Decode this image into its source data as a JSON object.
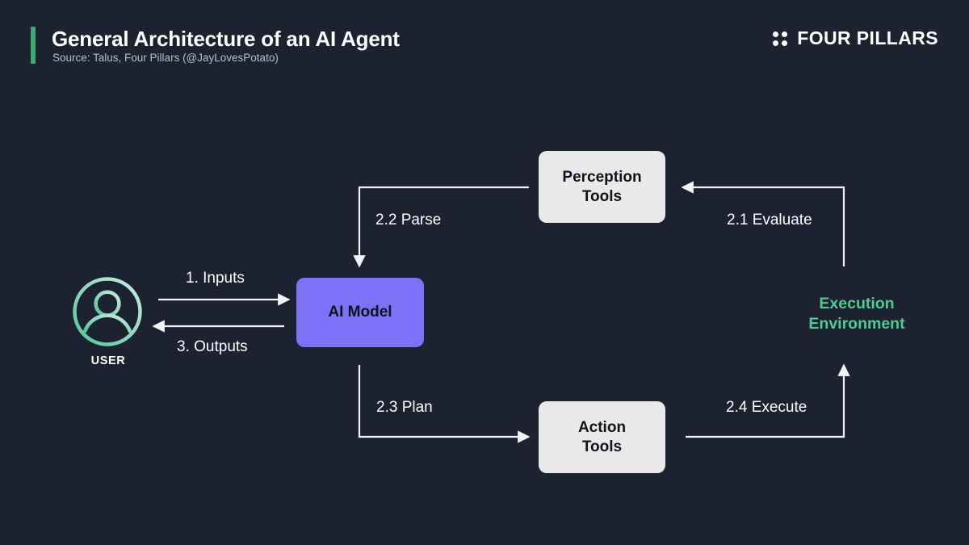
{
  "header": {
    "title": "General Architecture of an AI Agent",
    "source": "Source: Talus, Four Pillars (@JayLovesPotato)",
    "brand_name": "FOUR PILLARS",
    "accent_color": "#3cab6e"
  },
  "diagram": {
    "background_color": "#1c2230",
    "nodes": [
      {
        "id": "user",
        "label": "USER",
        "type": "actor",
        "color": "#7fd6b0"
      },
      {
        "id": "ai_model",
        "label": "AI Model",
        "type": "box",
        "color": "#7b72f7"
      },
      {
        "id": "perception",
        "label": "Perception Tools",
        "type": "box",
        "color": "#e9e9e9"
      },
      {
        "id": "action",
        "label": "Action Tools",
        "type": "box",
        "color": "#e9e9e9"
      }
    ],
    "edges": [
      {
        "id": "inputs",
        "label": "1. Inputs",
        "from": "user",
        "to": "ai_model",
        "direction": "right"
      },
      {
        "id": "outputs",
        "label": "3. Outputs",
        "from": "ai_model",
        "to": "user",
        "direction": "left"
      },
      {
        "id": "parse",
        "label": "2.2 Parse",
        "from": "perception",
        "to": "ai_model",
        "direction": "left-down"
      },
      {
        "id": "evaluate",
        "label": "2.1 Evaluate",
        "from": "environment",
        "to": "perception",
        "direction": "up-left"
      },
      {
        "id": "plan",
        "label": "2.3 Plan",
        "from": "ai_model",
        "to": "action",
        "direction": "down-right"
      },
      {
        "id": "execute",
        "label": "2.4 Execute",
        "from": "action",
        "to": "environment",
        "direction": "right-up"
      }
    ],
    "region_label": "Execution\nEnvironment",
    "region_label_line1": "Execution",
    "region_label_line2": "Environment",
    "region_label_color": "#4ecb92"
  },
  "node_labels": {
    "perception_line1": "Perception",
    "perception_line2": "Tools",
    "action_line1": "Action",
    "action_line2": "Tools",
    "ai_model": "AI Model",
    "user": "USER"
  }
}
